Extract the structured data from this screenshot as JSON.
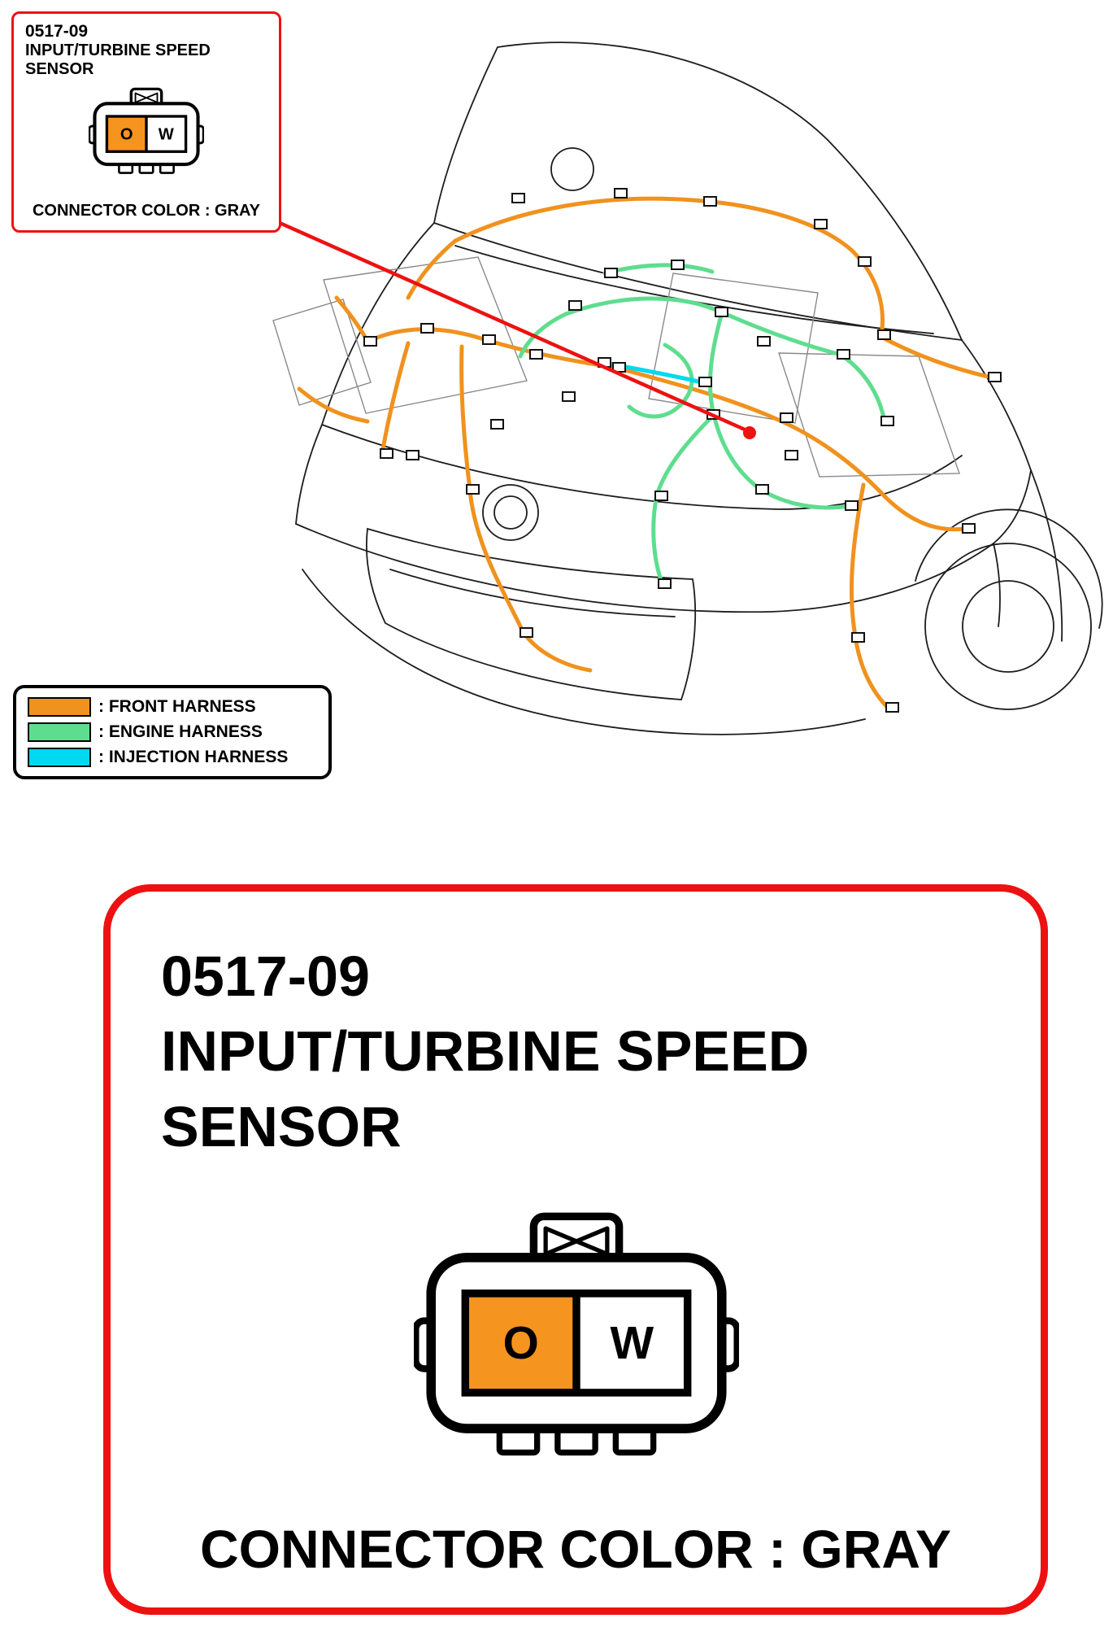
{
  "callout": {
    "code": "0517-09",
    "title": "INPUT/TURBINE SPEED SENSOR",
    "connector_color": "CONNECTOR COLOR : GRAY",
    "pins": [
      {
        "label": "O",
        "color": "#F5941F"
      },
      {
        "label": "W",
        "color": "#FFFFFF"
      }
    ]
  },
  "legend": {
    "items": [
      {
        "label": ": FRONT HARNESS",
        "color": "#F0921E"
      },
      {
        "label": ": ENGINE HARNESS",
        "color": "#5FDD8F"
      },
      {
        "label": ": INJECTION HARNESS",
        "color": "#00D9EF"
      }
    ]
  },
  "detail": {
    "code": "0517-09",
    "title": "INPUT/TURBINE SPEED SENSOR",
    "connector_color": "CONNECTOR COLOR : GRAY",
    "pins": [
      {
        "label": "O",
        "color": "#F5941F"
      },
      {
        "label": "W",
        "color": "#FFFFFF"
      }
    ]
  },
  "colors": {
    "front_harness": "#F0921E",
    "engine_harness": "#5FDD8F",
    "injection_harness": "#00D9EF",
    "locator": "#EE1111",
    "callout_border": "#EE1111",
    "detail_border": "#EE1111"
  }
}
